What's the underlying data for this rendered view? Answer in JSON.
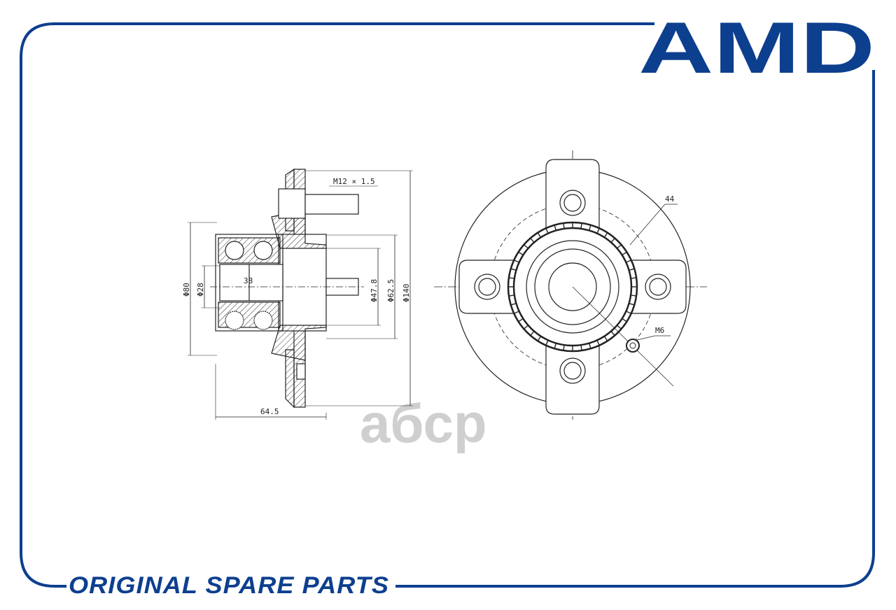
{
  "brand": {
    "logo_text": "AMD",
    "color": "#0d3f8f"
  },
  "footer": {
    "tagline": "ORIGINAL SPARE PARTS"
  },
  "watermark": {
    "text": "абср"
  },
  "drawing": {
    "side_view": {
      "labels": {
        "bolt_thread": "M12 × 1.5",
        "d_outer": "Φ80",
        "d_bore": "Φ28",
        "width": "38",
        "d_pilot": "Φ47.8",
        "d_hub": "Φ62.5",
        "d_flange": "Φ140",
        "length": "64.5"
      }
    },
    "front_view": {
      "labels": {
        "abs_teeth": "44",
        "sensor_thread": "M6"
      }
    }
  }
}
